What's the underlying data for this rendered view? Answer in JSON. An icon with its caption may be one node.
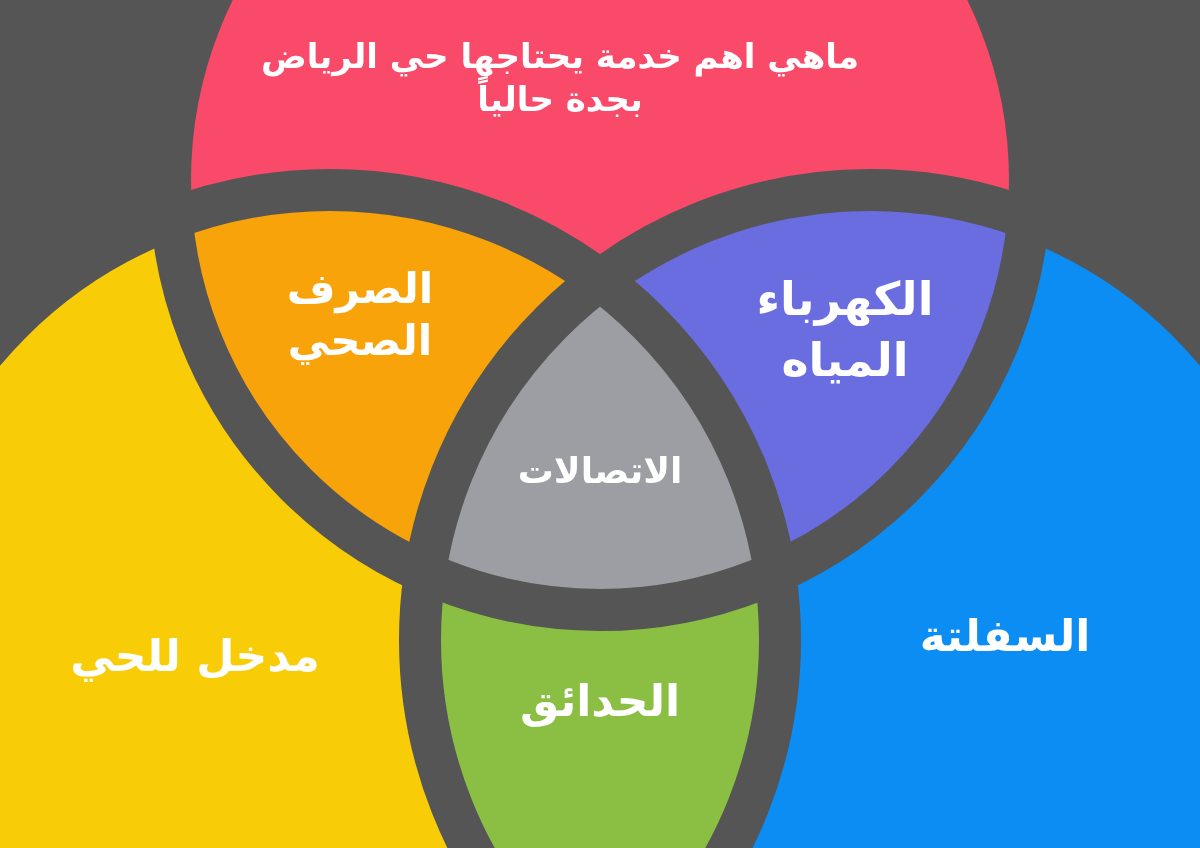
{
  "diagram": {
    "nodes": [
      {
        "text": [
          "ماهي اهم خدمة يحتاجها حي الرياض بجدة حالياً"
        ]
      },
      {
        "text": [
          "الصرف الصحي"
        ]
      },
      {
        "text": [
          "الكهرباء",
          "المياه"
        ]
      },
      {
        "text": [
          "الاتصالات"
        ]
      },
      {
        "text": [
          "مدخل للحي"
        ]
      },
      {
        "text": [
          "السفلتة"
        ]
      },
      {
        "text": [
          "الحدائق"
        ]
      }
    ]
  }
}
